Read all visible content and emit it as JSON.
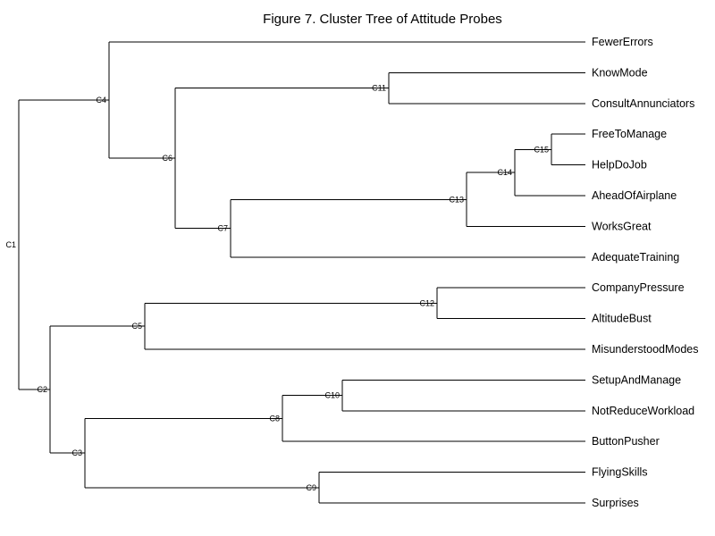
{
  "figure": {
    "title": "Figure 7. Cluster Tree of Attitude Probes"
  },
  "leaves": [
    "FewerErrors",
    "KnowMode",
    "ConsultAnnunciators",
    "FreeToManage",
    "HelpDoJob",
    "AheadOfAirplane",
    "WorksGreat",
    "AdequateTraining",
    "CompanyPressure",
    "AltitudeBust",
    "MisunderstoodModes",
    "SetupAndManage",
    "NotReduceWorkload",
    "ButtonPusher",
    "FlyingSkills",
    "Surprises"
  ],
  "clusters": [
    {
      "id": "C1",
      "children": [
        "C4",
        "C2"
      ]
    },
    {
      "id": "C2",
      "children": [
        "C5",
        "C3"
      ]
    },
    {
      "id": "C3",
      "children": [
        "C8",
        "C9"
      ]
    },
    {
      "id": "C4",
      "children": [
        "FewerErrors",
        "C6"
      ]
    },
    {
      "id": "C5",
      "children": [
        "C12",
        "MisunderstoodModes"
      ]
    },
    {
      "id": "C6",
      "children": [
        "C11",
        "C7"
      ]
    },
    {
      "id": "C7",
      "children": [
        "C13",
        "AdequateTraining"
      ]
    },
    {
      "id": "C8",
      "children": [
        "C10",
        "ButtonPusher"
      ]
    },
    {
      "id": "C9",
      "children": [
        "FlyingSkills",
        "Surprises"
      ]
    },
    {
      "id": "C10",
      "children": [
        "SetupAndManage",
        "NotReduceWorkload"
      ]
    },
    {
      "id": "C11",
      "children": [
        "KnowMode",
        "ConsultAnnunciators"
      ]
    },
    {
      "id": "C12",
      "children": [
        "CompanyPressure",
        "AltitudeBust"
      ]
    },
    {
      "id": "C13",
      "children": [
        "C14",
        "WorksGreat"
      ]
    },
    {
      "id": "C14",
      "children": [
        "C15",
        "AheadOfAirplane"
      ]
    },
    {
      "id": "C15",
      "children": [
        "FreeToManage",
        "HelpDoJob"
      ]
    }
  ]
}
